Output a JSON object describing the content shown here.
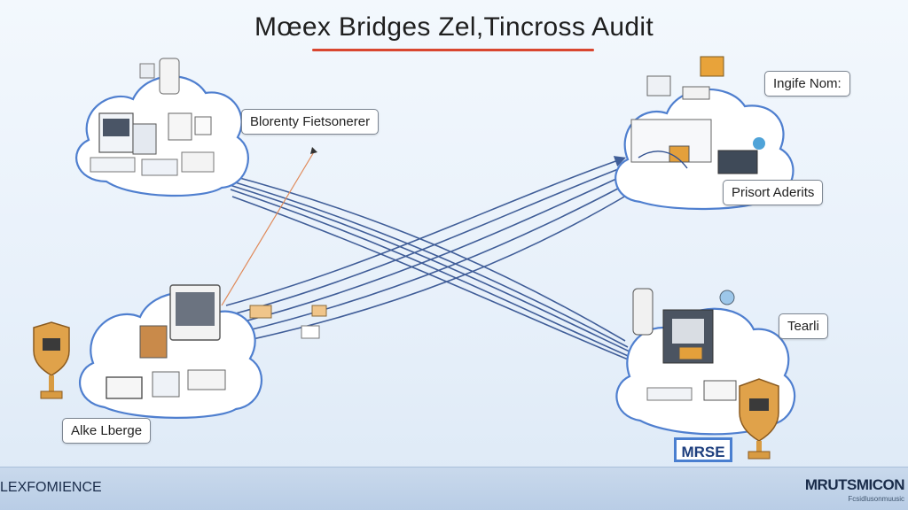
{
  "title": "Mœex Bridges Zel,Tincross Audit",
  "labels": {
    "top_left": "Blorenty Fietsonerer",
    "top_right_1": "Ingife Nom:",
    "top_right_2": "Prisort Aderits",
    "bottom_right": "Tearli",
    "bottom_left": "Alke Lberge",
    "badge": "MRSE"
  },
  "footer": {
    "left": "LEXFOMIENCE",
    "brand": "MRUTSMICON",
    "brand_sub": "Fcsidlusonmuusic"
  },
  "colors": {
    "accent_underline": "#d9462f",
    "connector": "#2e4e8e",
    "cloud_stroke": "#4f7fcf",
    "arrow": "#e08a5a",
    "shield": "#e0a24a"
  }
}
